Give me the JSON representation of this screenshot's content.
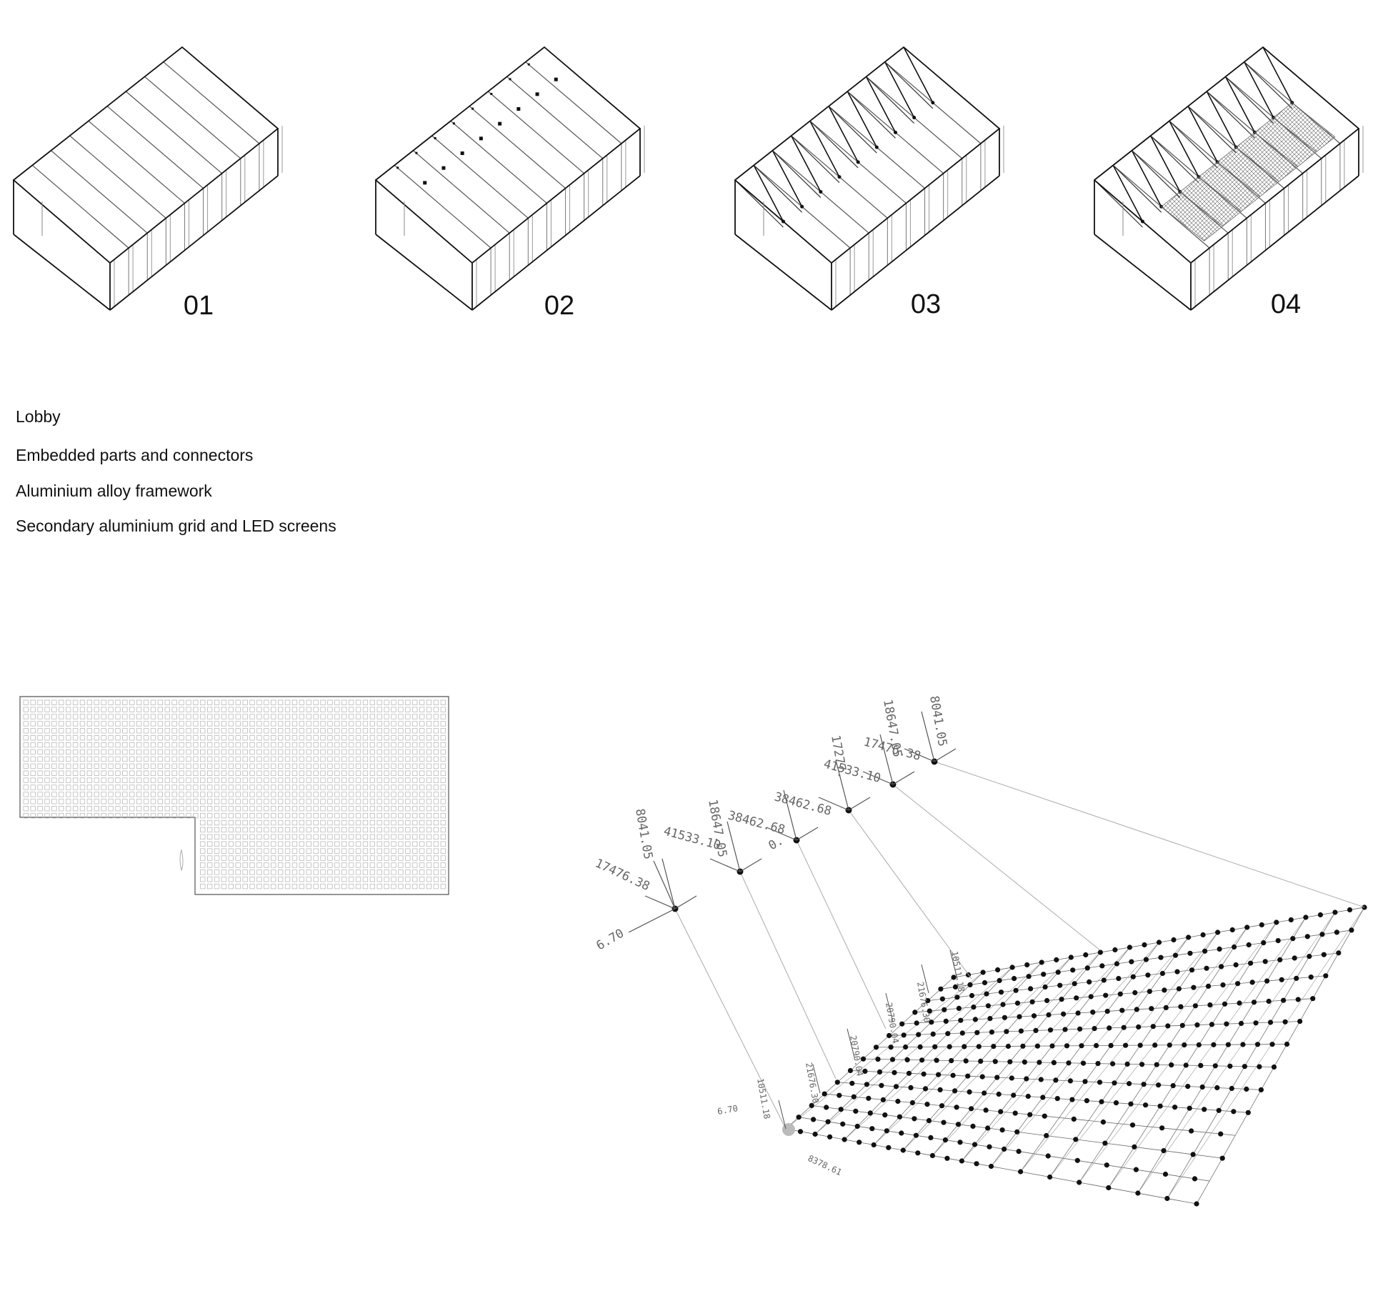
{
  "steps": [
    {
      "number": "01"
    },
    {
      "number": "02"
    },
    {
      "number": "03"
    },
    {
      "number": "04"
    }
  ],
  "legend": [
    "Lobby",
    "Embedded parts and connectors",
    "Aluminium alloy framework",
    "Secondary aluminium grid and LED screens"
  ],
  "structural_labels": [
    "8041.05",
    "18647.05",
    "17476.38",
    "17277.",
    "41533.10",
    "38462.68",
    "0.",
    "18647.05",
    "38462.68",
    "41533.10",
    "8041.05",
    "17476.38",
    "6.70",
    "10511.18",
    "21676.30",
    "20790.04",
    "20790.04",
    "21676.30",
    "10511.18",
    "8378.61",
    "6.70"
  ],
  "colors": {
    "ink": "#111111",
    "thin": "#9a9a9a",
    "grid": "#b8b8b8"
  }
}
